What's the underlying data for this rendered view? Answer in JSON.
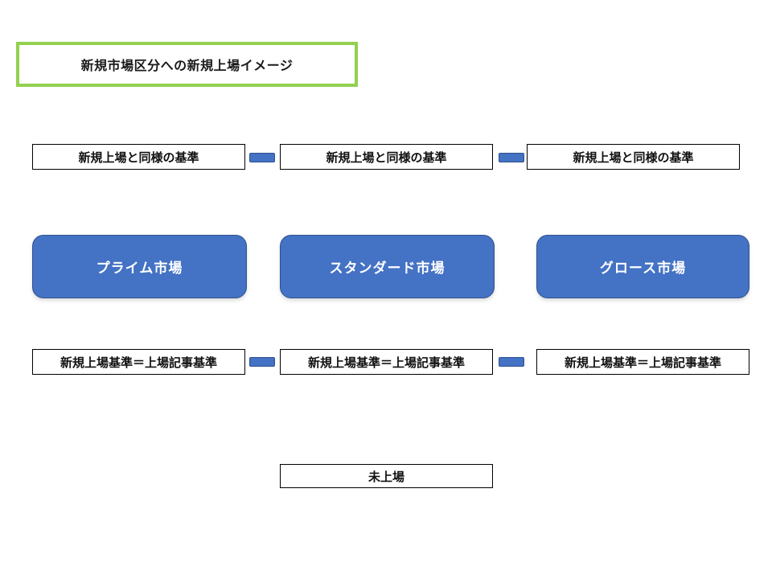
{
  "slide": {
    "title": "新規市場区分への新規上場イメージ",
    "colors": {
      "accent_blue": "#4472C4",
      "accent_blue_border": "#2F528F",
      "title_border_green": "#92D050",
      "box_border_black": "#000000",
      "background": "#FFFFFF",
      "market_text": "#FFFFFF"
    },
    "top_criteria_row": {
      "items": [
        {
          "label": "新規上場と同様の基準"
        },
        {
          "label": "新規上場と同様の基準"
        },
        {
          "label": "新規上場と同様の基準"
        }
      ]
    },
    "markets": [
      {
        "label": "プライム市場"
      },
      {
        "label": "スタンダード市場"
      },
      {
        "label": "グロース市場"
      }
    ],
    "bottom_criteria_row": {
      "items": [
        {
          "label": "新規上場基準＝上場記事基準"
        },
        {
          "label": "新規上場基準＝上場記事基準"
        },
        {
          "label": "新規上場基準＝上場記事基準"
        }
      ]
    },
    "unlisted": {
      "label": "未上場"
    }
  }
}
